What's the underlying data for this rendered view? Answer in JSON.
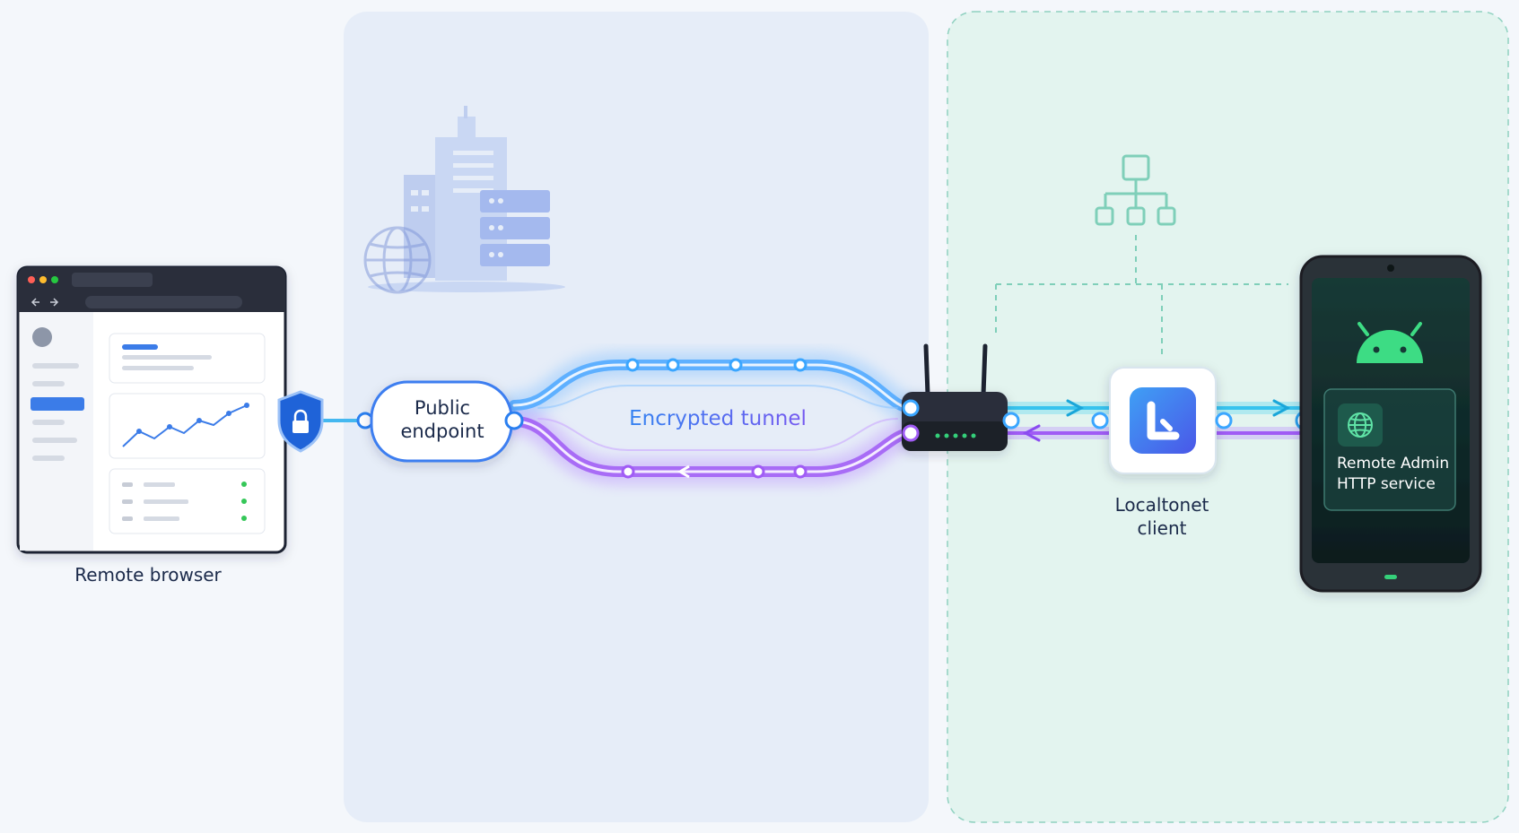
{
  "nodes": {
    "remote_browser": "Remote browser",
    "public_endpoint": "Public\nendpoint",
    "tunnel": "Encrypted tunnel",
    "localtonet_client": "Localtonet\nclient",
    "service": "Remote Admin\nHTTP service"
  },
  "colors": {
    "cloud_zone": "#e6edf8",
    "local_zone": "#e3f4ef",
    "tunnel_blue": "#3aa6ff",
    "tunnel_purple": "#a05cf5",
    "accent_teal": "#5ec7b0",
    "android_green": "#3ddc84",
    "app_blue": "#3b67ee"
  }
}
